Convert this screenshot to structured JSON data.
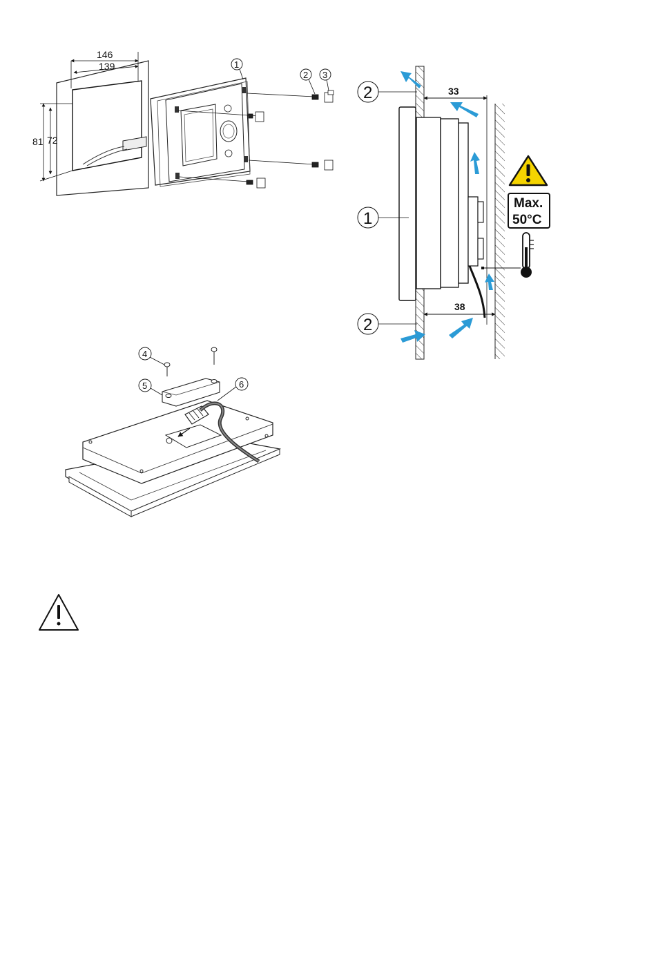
{
  "figure1": {
    "dimensions": {
      "width_outer": "146",
      "width_inner": "139",
      "height_outer": "81",
      "height_inner": "72"
    },
    "callouts": [
      "1",
      "2",
      "3"
    ]
  },
  "figure2": {
    "callouts": [
      "4",
      "5",
      "6"
    ]
  },
  "figure3": {
    "dim_top": "33",
    "dim_bottom": "38",
    "callout_1": "1",
    "callout_2_top": "2",
    "callout_2_bottom": "2",
    "temp_label_line1": "Max.",
    "temp_label_line2": "50°C",
    "accent_color": "#2b9bd6",
    "warning_color": "#f5d400"
  },
  "icons": {
    "warning_large": "warning-triangle-icon",
    "warning_small": "warning-triangle-yellow-icon",
    "thermometer": "thermometer-icon"
  }
}
